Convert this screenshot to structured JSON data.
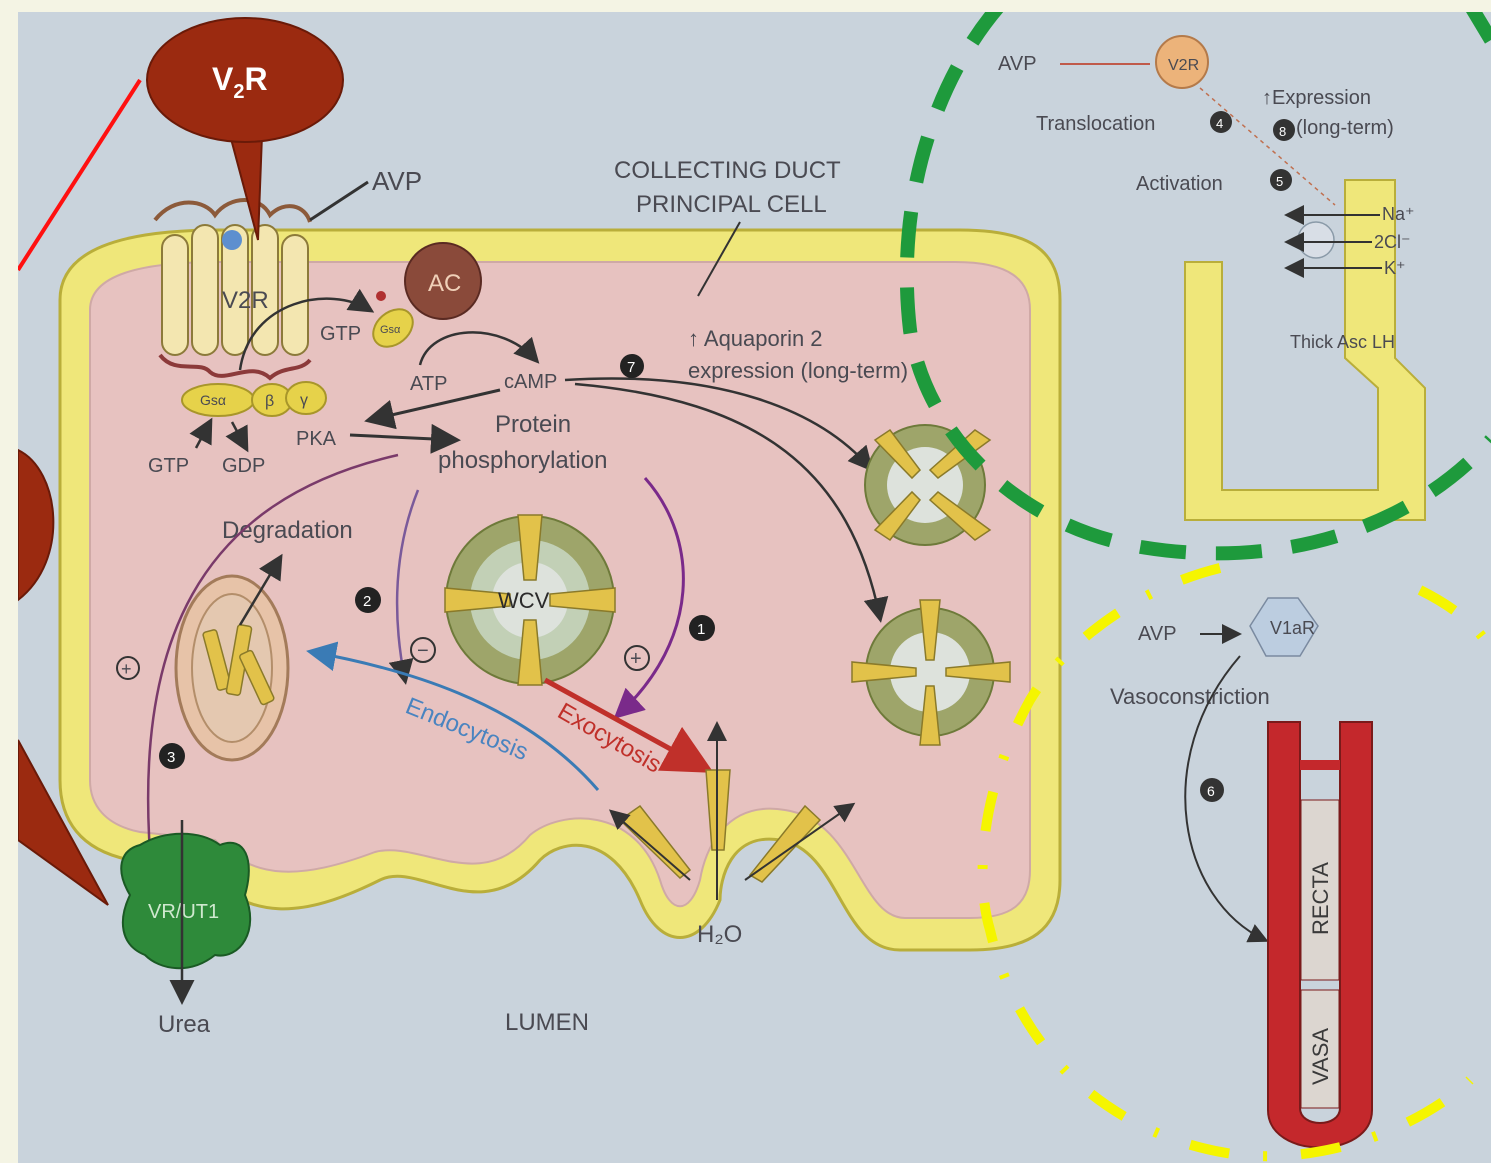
{
  "callout": {
    "v2r_main": "V",
    "v2r_sub": "2",
    "v2r_tail": "R"
  },
  "cell": {
    "title_line1": "COLLECTING DUCT",
    "title_line2": "PRINCIPAL CELL",
    "avp": "AVP",
    "v2r": "V2R",
    "ac": "AC",
    "gsa": "Gsα",
    "gsa_small": "Gsα",
    "beta": "β",
    "gamma": "γ",
    "gtp_top": "GTP",
    "gtp_bottom": "GTP",
    "gdp": "GDP",
    "atp": "ATP",
    "camp": "cAMP",
    "pka": "PKA",
    "protein_line1": "Protein",
    "protein_line2": "phosphorylation",
    "aqp_line1": "↑ Aquaporin 2",
    "aqp_line2": "expression (long-term)",
    "degradation": "Degradation",
    "wcv": "WCV",
    "endocytosis": "Endocytosis",
    "exocytosis": "Exocytosis",
    "h2o": "H₂O",
    "urea_transporter": "VR/UT1",
    "urea": "Urea",
    "lumen": "LUMEN",
    "step1": "1",
    "step2": "2",
    "step3": "3",
    "step7": "7",
    "plus": "+",
    "minus": "−"
  },
  "loop": {
    "avp": "AVP",
    "v2r": "V2R",
    "translocation": "Translocation",
    "activation": "Activation",
    "expression_line1": "↑Expression",
    "expression_line2": "(long-term)",
    "step4": "4",
    "step5": "5",
    "step8": "8",
    "na": "Na⁺",
    "cl": "2Cl⁻",
    "k": "K⁺",
    "thick_asc": "Thick Asc LH"
  },
  "vasa": {
    "avp": "AVP",
    "v1ar": "V1aR",
    "vasoconstriction": "Vasoconstriction",
    "step6": "6",
    "recta": "RECTA",
    "vasa": "VASA"
  },
  "colors": {
    "callout": "#9b2a10",
    "green_ring": "#1e9a3c",
    "yellow_ring": "#f5f500",
    "cell_fill": "#e7c2c0",
    "membrane": "#efe77a",
    "vessel": "#c4282c"
  }
}
